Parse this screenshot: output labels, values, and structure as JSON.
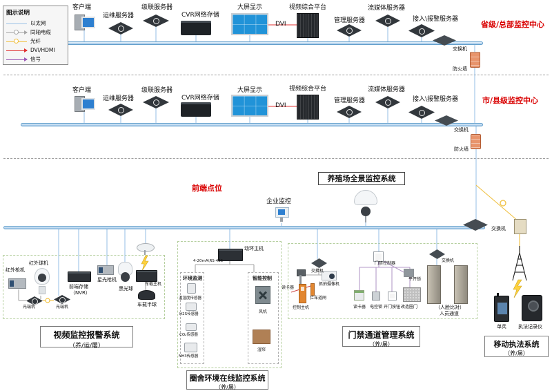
{
  "colors": {
    "ethernet": "#9dc3e6",
    "coax": "#a6a6a6",
    "fiber": "#f0c040",
    "dvi": "#e03030",
    "signal": "#9b59b6",
    "title_red": "#d90000"
  },
  "legend": {
    "title": "图示说明",
    "items": [
      {
        "name": "ethernet",
        "label": "以太网"
      },
      {
        "name": "coax",
        "label": "同轴电缆"
      },
      {
        "name": "fiber",
        "label": "光纤"
      },
      {
        "name": "dvi-hdmi",
        "label": "DVI/HDMI"
      },
      {
        "name": "signal",
        "label": "信号"
      }
    ]
  },
  "tier1": {
    "title": "省级/总部监控中心",
    "devices": {
      "client": "客户端",
      "ops": "运维服务器",
      "cascade": "级联服务器",
      "cvr": "CVR网络存储",
      "wall": "大屏显示",
      "dvi": "DVI",
      "platform": "视频综合平台",
      "mgmt": "管理服务器",
      "stream": "流媒体服务器",
      "alarm": "接入\\报警服务器"
    },
    "switch": "交换机",
    "firewall": "防火墙"
  },
  "tier2": {
    "title": "市/县级监控中心",
    "devices": {
      "client": "客户端",
      "ops": "运维服务器",
      "cascade": "级联服务器",
      "cvr": "CVR网络存储",
      "wall": "大屏显示",
      "dvi": "DVI",
      "platform": "视频综合平台",
      "mgmt": "管理服务器",
      "stream": "流媒体服务器",
      "alarm": "接入\\报警服务器"
    },
    "switch": "交换机",
    "firewall": "防火墙"
  },
  "frontend": {
    "title": "前端点位",
    "panorama_title": "养殖场全景监控系统",
    "enterprise": "企业监控",
    "switch": "交换机"
  },
  "video": {
    "ir_bullet": "红外枪机",
    "ir_dome": "红外球机",
    "optical1": "光端机",
    "optical2": "光端机",
    "nvr1": "前端存储",
    "nvr2": "（NVR）",
    "star_bullet": "星光枪机",
    "black_dome": "黑光球",
    "vehicle_host": "车载主机",
    "vehicle_dome": "车载半球",
    "box_title": "视频监控报警系统",
    "box_sub": "（养/运/屠）"
  },
  "env": {
    "host": "动环主机",
    "wire": "4-20mA\\RS-485",
    "monitor_box": "环境监测",
    "control_box": "智能控制",
    "s1": "温湿度传感器",
    "s2": "H2S传感器",
    "s3": "CO₂传感器",
    "s4": "NH3传感器",
    "fan": "风机",
    "curtain": "湿帘",
    "box_title": "圈舍环境在线监控系统",
    "box_sub": "（养/屠）"
  },
  "access": {
    "switch_l": "交换机",
    "reader_pole": "读卡器",
    "capture_cam": "抓拍摄像机",
    "host": "控制主机",
    "barrier": "拦车道闸",
    "controller": "门禁控制器",
    "reader": "读卡器",
    "lock": "电控锁",
    "button": "开门按钮",
    "gate_photo": "改造圈门",
    "swing_lock": "平开锁",
    "switch_r": "交换机",
    "face1": "（人脸比对）",
    "face2": "人员通道",
    "box_title": "门禁通道管理系统",
    "box_sub": "（养/屠）"
  },
  "mobile": {
    "soldier": "单兵",
    "recorder": "执法记录仪",
    "box_title": "移动执法系统",
    "box_sub": "（养/屠）"
  }
}
